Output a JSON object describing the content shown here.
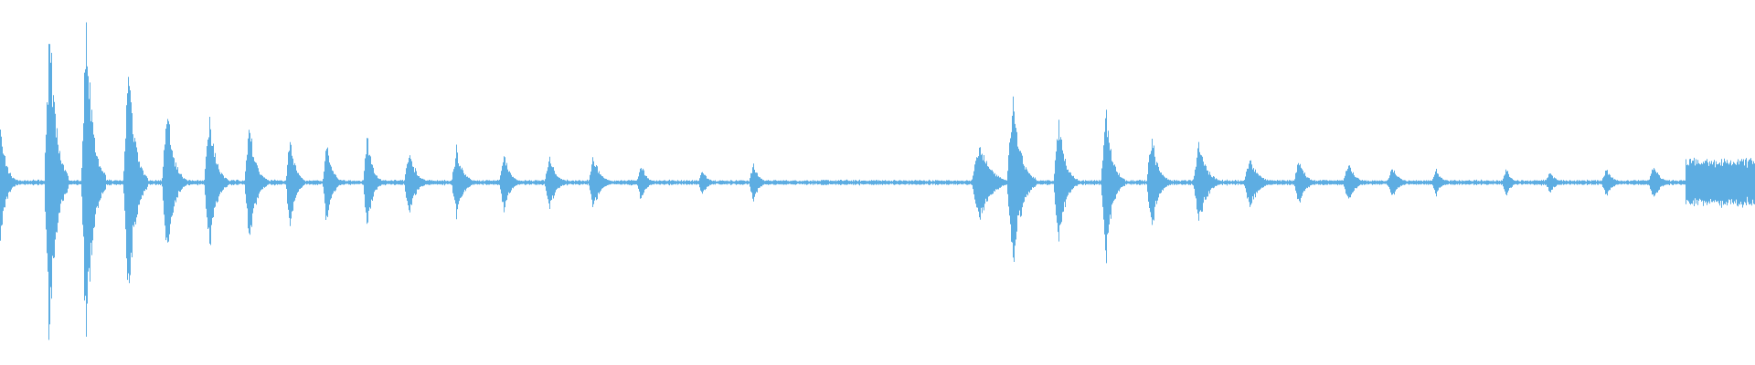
{
  "waveform": {
    "color": "#5DADE2",
    "baseline_fraction": 0.5,
    "bursts": [
      {
        "t": 0.0,
        "amp": 0.2,
        "w": 0.004
      },
      {
        "t": 0.028,
        "amp": 0.48,
        "w": 0.005
      },
      {
        "t": 0.049,
        "amp": 0.48,
        "w": 0.005
      },
      {
        "t": 0.073,
        "amp": 0.36,
        "w": 0.005
      },
      {
        "t": 0.095,
        "amp": 0.22,
        "w": 0.005
      },
      {
        "t": 0.119,
        "amp": 0.2,
        "w": 0.005
      },
      {
        "t": 0.142,
        "amp": 0.18,
        "w": 0.005
      },
      {
        "t": 0.165,
        "amp": 0.15,
        "w": 0.004
      },
      {
        "t": 0.186,
        "amp": 0.13,
        "w": 0.004
      },
      {
        "t": 0.209,
        "amp": 0.14,
        "w": 0.004
      },
      {
        "t": 0.233,
        "amp": 0.1,
        "w": 0.005
      },
      {
        "t": 0.26,
        "amp": 0.1,
        "w": 0.005
      },
      {
        "t": 0.287,
        "amp": 0.08,
        "w": 0.005
      },
      {
        "t": 0.313,
        "amp": 0.08,
        "w": 0.005
      },
      {
        "t": 0.338,
        "amp": 0.08,
        "w": 0.005
      },
      {
        "t": 0.365,
        "amp": 0.06,
        "w": 0.004
      },
      {
        "t": 0.4,
        "amp": 0.04,
        "w": 0.004
      },
      {
        "t": 0.429,
        "amp": 0.06,
        "w": 0.004
      },
      {
        "t": 0.558,
        "amp": 0.12,
        "w": 0.008
      },
      {
        "t": 0.577,
        "amp": 0.26,
        "w": 0.006
      },
      {
        "t": 0.603,
        "amp": 0.2,
        "w": 0.005
      },
      {
        "t": 0.63,
        "amp": 0.22,
        "w": 0.005
      },
      {
        "t": 0.656,
        "amp": 0.14,
        "w": 0.005
      },
      {
        "t": 0.683,
        "amp": 0.12,
        "w": 0.006
      },
      {
        "t": 0.712,
        "amp": 0.08,
        "w": 0.006
      },
      {
        "t": 0.74,
        "amp": 0.07,
        "w": 0.005
      },
      {
        "t": 0.768,
        "amp": 0.06,
        "w": 0.005
      },
      {
        "t": 0.793,
        "amp": 0.05,
        "w": 0.005
      },
      {
        "t": 0.818,
        "amp": 0.04,
        "w": 0.004
      },
      {
        "t": 0.858,
        "amp": 0.04,
        "w": 0.004
      },
      {
        "t": 0.883,
        "amp": 0.03,
        "w": 0.005
      },
      {
        "t": 0.915,
        "amp": 0.04,
        "w": 0.005
      },
      {
        "t": 0.942,
        "amp": 0.05,
        "w": 0.005
      }
    ],
    "tail": {
      "start": 0.96,
      "end": 1.0,
      "amp": 0.07
    }
  }
}
